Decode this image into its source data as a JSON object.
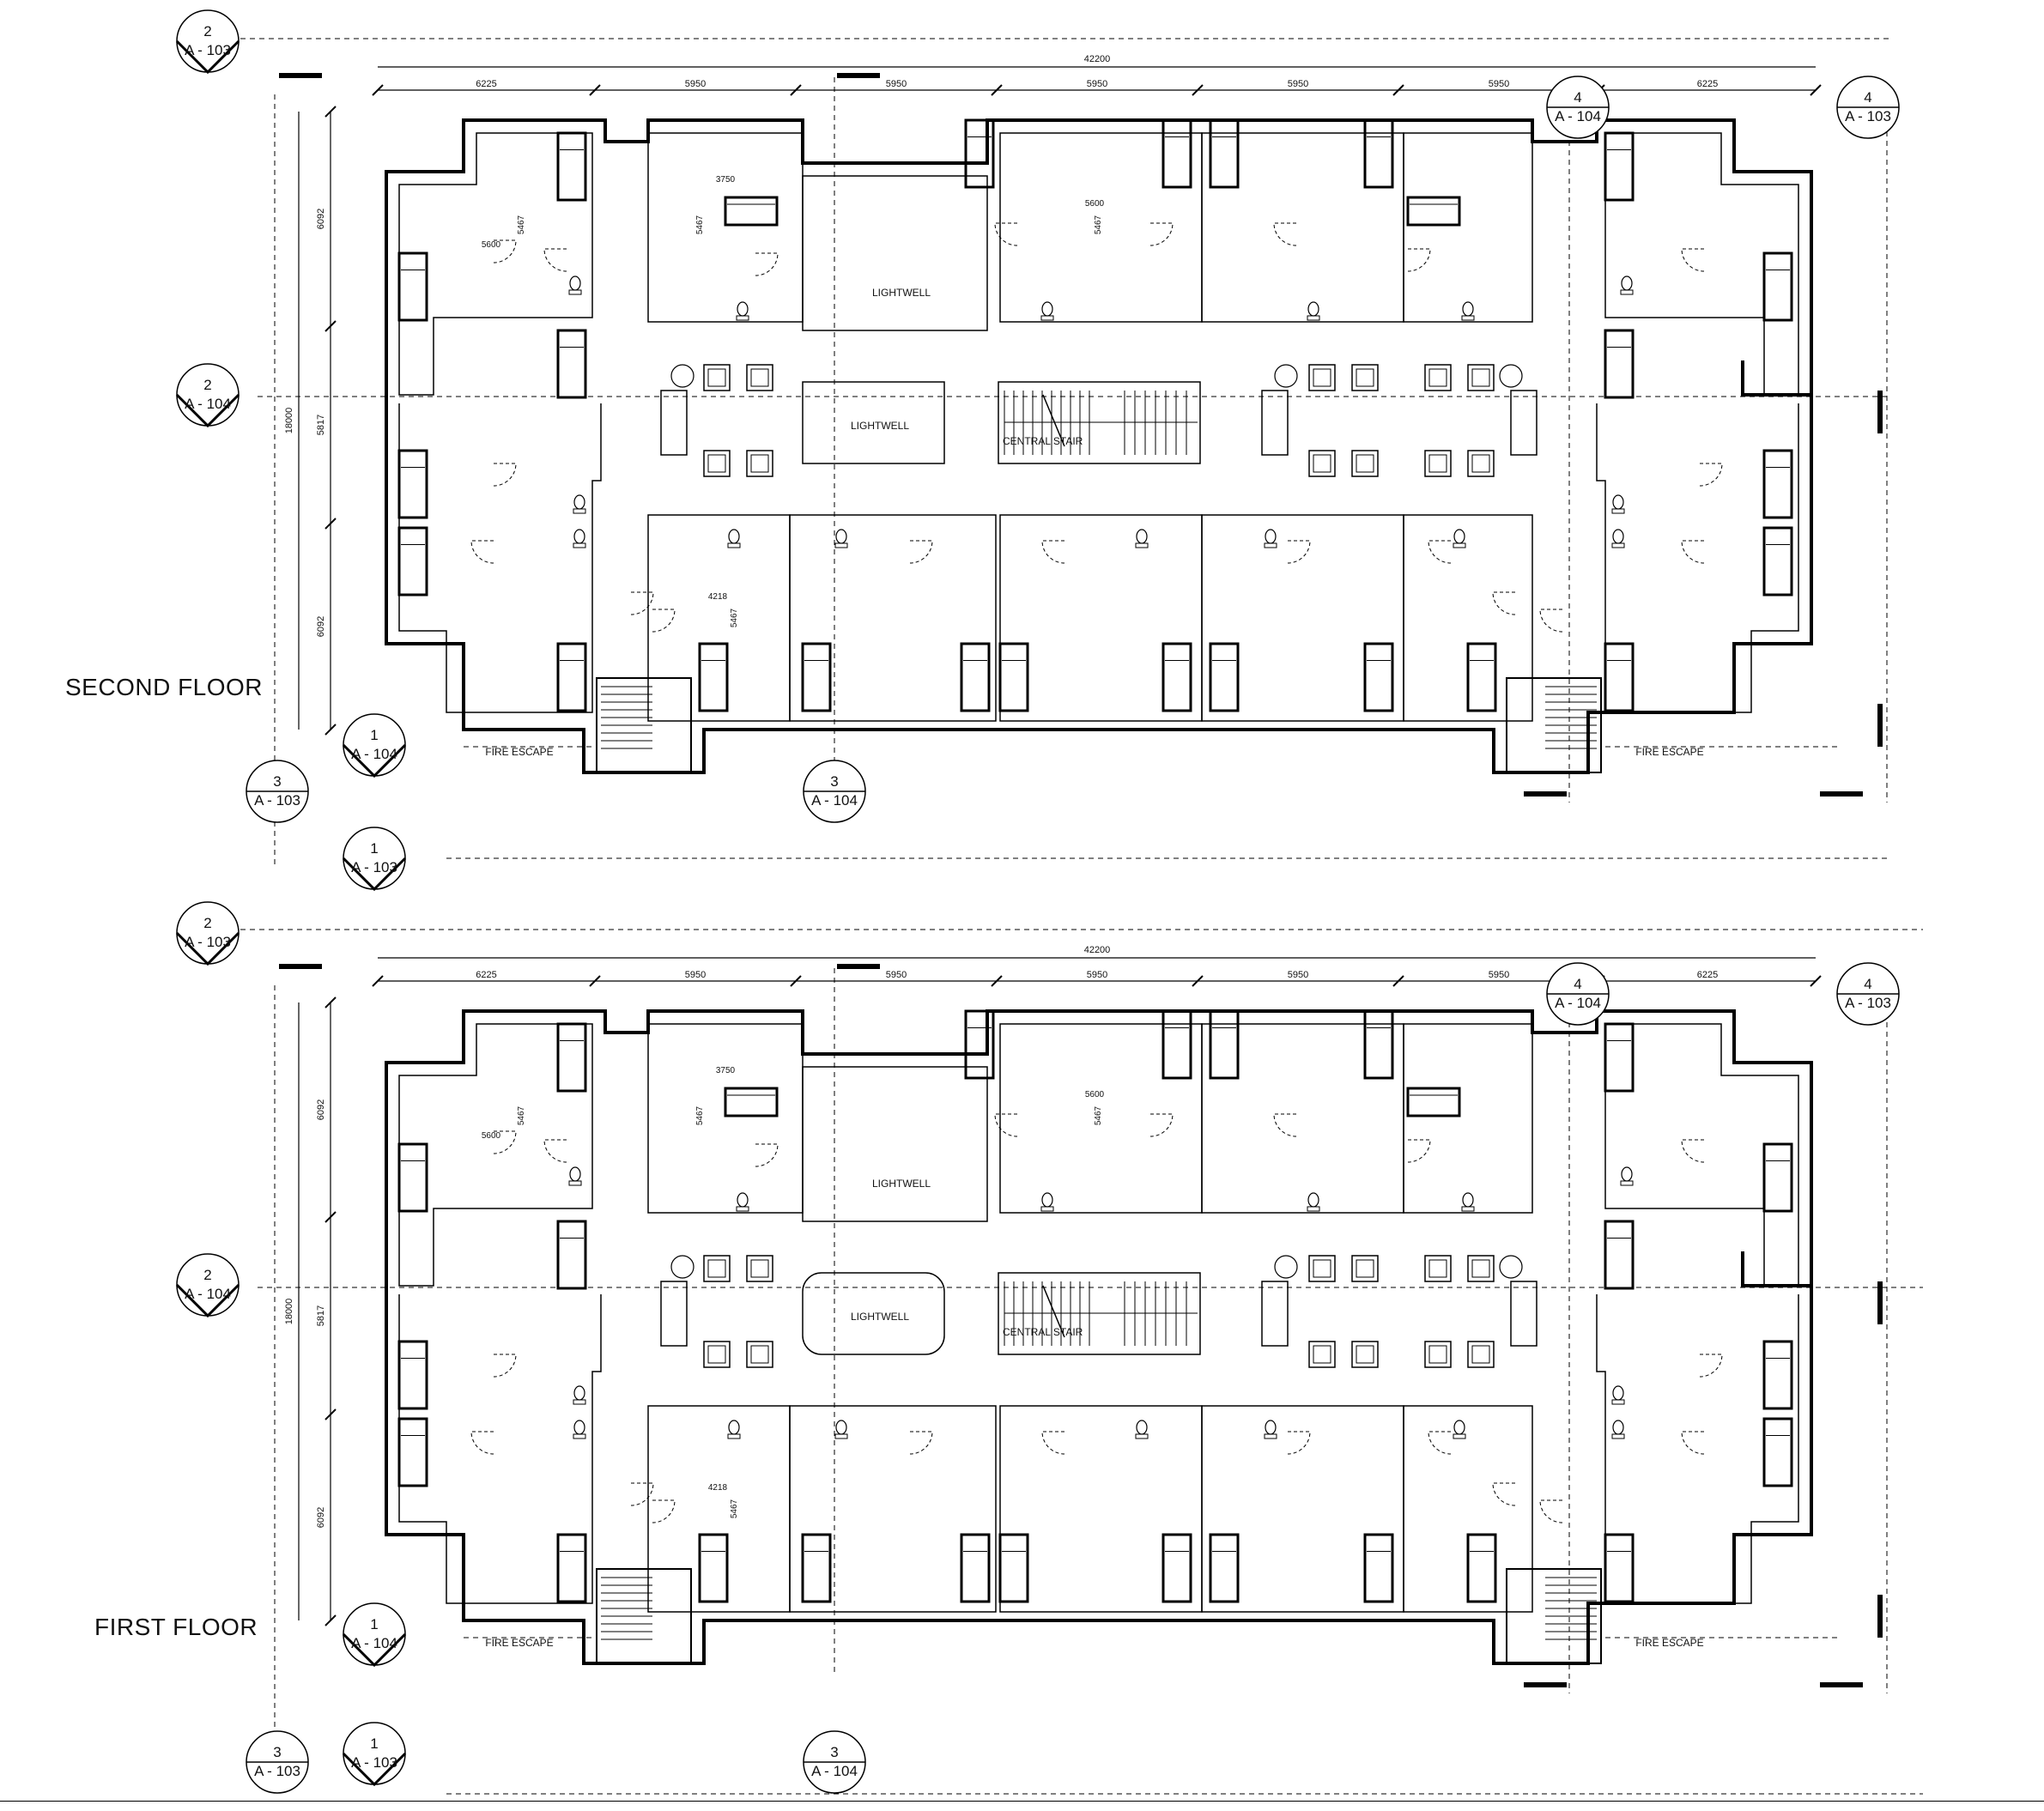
{
  "floors": [
    {
      "label": "SECOND FLOOR"
    },
    {
      "label": "FIRST FLOOR"
    }
  ],
  "dimensions": {
    "overall": "42200",
    "bays": [
      "6225",
      "5950",
      "5950",
      "5950",
      "5950",
      "5950",
      "6225"
    ],
    "vertical_total": "18000",
    "vertical_segments": [
      "6092",
      "5817",
      "6092"
    ],
    "inner_a": "5467",
    "inner_b": "5600",
    "inner_c": "3750",
    "inner_d": "4218"
  },
  "room_labels": {
    "lightwell": "LIGHTWELL",
    "central_stair": "CENTRAL STAIR",
    "fire_escape": "FIRE ESCAPE"
  },
  "section_markers": {
    "sec_2_103": {
      "num": "2",
      "sheet": "A - 103"
    },
    "sec_2_104": {
      "num": "2",
      "sheet": "A - 104"
    },
    "sec_4_104": {
      "num": "4",
      "sheet": "A - 104"
    },
    "sec_4_103": {
      "num": "4",
      "sheet": "A - 103"
    },
    "sec_1_104": {
      "num": "1",
      "sheet": "A - 104"
    },
    "sec_1_103": {
      "num": "1",
      "sheet": "A - 103"
    },
    "sec_3_103": {
      "num": "3",
      "sheet": "A - 103"
    },
    "sec_3_104": {
      "num": "3",
      "sheet": "A - 104"
    }
  }
}
